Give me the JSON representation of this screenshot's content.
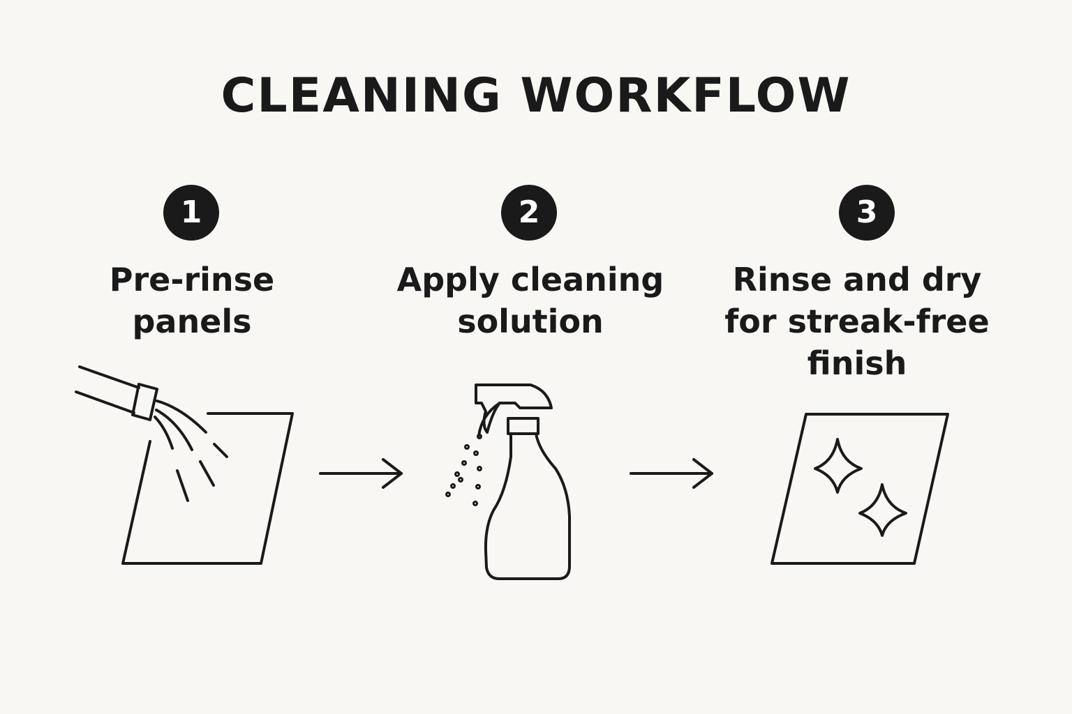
{
  "title": "CLEANING WORKFLOW",
  "steps": [
    {
      "number": "1",
      "label_lines": [
        "Pre-rinse",
        "panels"
      ],
      "icon": "hose-spraying-panel-icon"
    },
    {
      "number": "2",
      "label_lines": [
        "Apply cleaning",
        "solution"
      ],
      "icon": "spray-bottle-icon"
    },
    {
      "number": "3",
      "label_lines": [
        "Rinse and dry",
        "for streak-free",
        "finish"
      ],
      "icon": "sparkling-panel-icon"
    }
  ],
  "connectors": [
    "right-arrow-icon",
    "right-arrow-icon"
  ],
  "colors": {
    "background": "#f8f7f3",
    "ink": "#1a1a1a",
    "badge_text": "#ffffff"
  }
}
